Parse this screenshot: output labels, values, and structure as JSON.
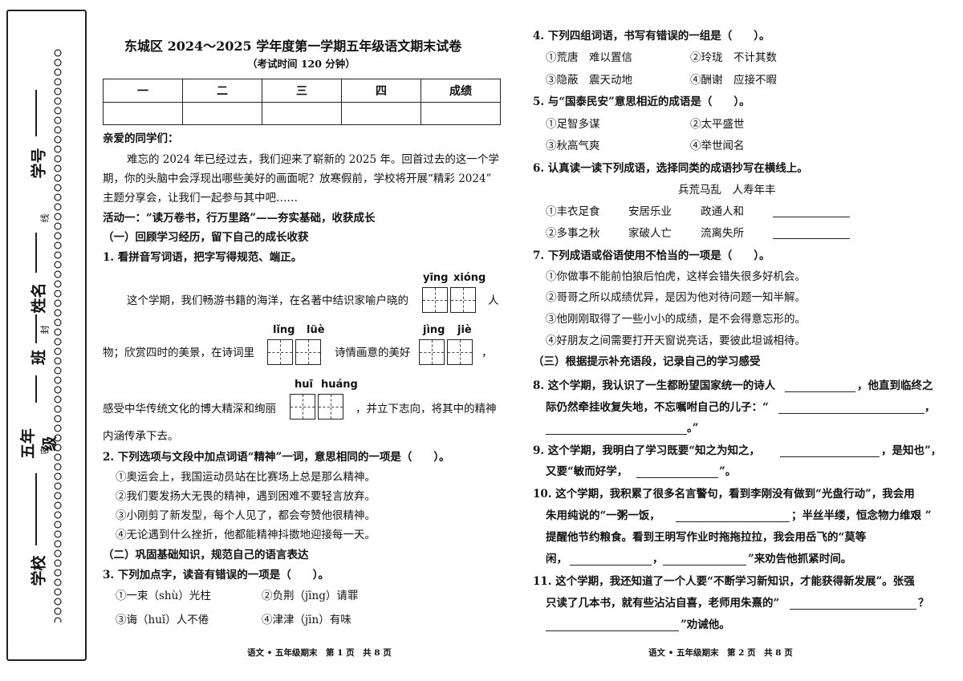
{
  "title": "东城区 2024～2025 学年度第一学期五年级语文期末试卷",
  "subtitle": "（考试时间 120 分钟）",
  "score_headers": [
    "一",
    "二",
    "三",
    "四",
    "成绩"
  ],
  "side": {
    "xuehao": "学号",
    "xingming": "姓名",
    "ban": "班",
    "nianji": "五年级",
    "xuexiao": "学校",
    "xian": "线",
    "feng": "封",
    "mi": "密"
  },
  "left": {
    "greeting": "亲爱的同学们：",
    "intro1": "难忘的 2024 年已经过去，我们迎来了崭新的 2025 年。回首过去的这一个学",
    "intro2": "期，你的头脑中会浮现出哪些美好的画面呢？放寒假前，学校将开展“精彩 2024”",
    "intro3": "主题分享会，让我们一起参与其中吧……",
    "activity1": "活动一：“读万卷书，行万里路”——夯实基础，收获成长",
    "sec1": "（一）回顾学习经历，留下自己的成长收获",
    "q1": "1. 看拼音写词语，把字写得规范、端正。",
    "py_yingxiong": [
      "yīng",
      "xióng"
    ],
    "q1_l1a": "这个学期，我们畅游书籍的海洋，在名著中结识家喻户晓的",
    "q1_l1b": "人",
    "py_lingle": [
      "lǐng",
      "lüè"
    ],
    "py_jingjie": [
      "jìng",
      "jiè"
    ],
    "q1_l2a": "物；欣赏四时的美景，在诗词里",
    "q1_l2b": "诗情画意的美好",
    "q1_l2c": "，",
    "py_huihuang": [
      "huī",
      "huáng"
    ],
    "q1_l3a": "感受中华传统文化的博大精深和绚丽",
    "q1_l3b": "，并立下志向，将其中的精神",
    "q1_l4": "内涵传承下去。",
    "q2": "2. 下列选项与文段中加点词语“精神”一词，意思相同的一项是（　　）。",
    "q2_options": [
      "①奥运会上，我国运动员站在比赛场上总是那么精神。",
      "②我们要发扬大无畏的精神，遇到困难不要轻言放弃。",
      "③小刚剪了新发型，每个人见了，都会夸赞他很精神。",
      "④无论遇到什么挫折，他都能精神抖擞地迎接每一天。"
    ],
    "sec2": "（二）巩固基础知识，规范自己的语言表达",
    "q3": "3. 下列加点字，读音有错误的一项是（　　）。",
    "q3_options": [
      "①一束（shù）光柱",
      "②负荆（jīng）请罪",
      "③诲（huǐ）人不倦",
      "④津津（jīn）有味"
    ]
  },
  "right": {
    "q4": "4. 下列四组词语，书写有错误的一组是（　　）。",
    "q4_options": [
      "①荒唐　难以置信",
      "②玲珑　不计其数",
      "③隐蔽　震天动地",
      "④酬谢　应接不暇"
    ],
    "q5": "5. 与“国泰民安”意思相近的成语是（　　）。",
    "q5_options": [
      "①足智多谋",
      "②太平盛世",
      "③秋高气爽",
      "④举世闻名"
    ],
    "q6": "6. 认真读一读下列成语，选择同类的成语抄写在横线上。",
    "q6_given": "兵荒马乱　人寿年丰",
    "q6_row1": [
      "①丰衣足食",
      "安居乐业",
      "政通人和"
    ],
    "q6_row2": [
      "②多事之秋",
      "家破人亡",
      "流离失所"
    ],
    "q7": "7. 下列成语或俗语使用不恰当的一项是（　　）。",
    "q7_options": [
      "①你做事不能前怕狼后怕虎，这样会错失很多好机会。",
      "②哥哥之所以成绩优异，是因为他对待问题一知半解。",
      "③他刚刚取得了一些小小的成绩，是不会得意忘形的。",
      "④好朋友之间需要打开天窗说亮话，要彼此坦诚相待。"
    ],
    "sec3": "（三）根据提示补充语段，记录自己的学习感受",
    "q8_l1a": "8. 这个学期，我认识了一生都盼望国家统一的诗人",
    "q8_l1b": "，他直到临终之",
    "q8_l2a": "际仍然牵挂收复失地，不忘嘱咐自己的儿子：“",
    "q8_l2b": "，",
    "q8_l3": "。”",
    "q9_l1a": "9.  这个学期，我明白了学习既要“知之为知之，",
    "q9_l1b": "，是知也”，",
    "q9_l2a": "又要“敏而好学，",
    "q9_l2b": "”。",
    "q10_l1": "10. 这个学期，我积累了很多名言警句，看到李刚没有做到“光盘行动”，我会用",
    "q10_l2a": "朱用纯说的“一粥一饭，",
    "q10_l2b": "；半丝半缕，恒念物力维艰 ”",
    "q10_l3": "提醒他节约粮食。看到王明写作业时拖拖拉拉，我会用岳飞的“莫等",
    "q10_l4a": "闲，",
    "q10_l4b": "，",
    "q10_l4c": "”来劝告他抓紧时间。",
    "q11_l1": "11. 这个学期，我还知道了一个人要“不断学习新知识，才能获得新发展”。张强",
    "q11_l2a": "只读了几本书，就有些沾沾自喜，老师用朱熹的“",
    "q11_l2b": "？",
    "q11_l3a": "",
    "q11_l3b": "”劝诫他。"
  },
  "footer_left": "语文 • 五年级期末　第 1 页　共 8 页",
  "footer_right": "语文 • 五年级期末　第 2 页　共 8 页"
}
